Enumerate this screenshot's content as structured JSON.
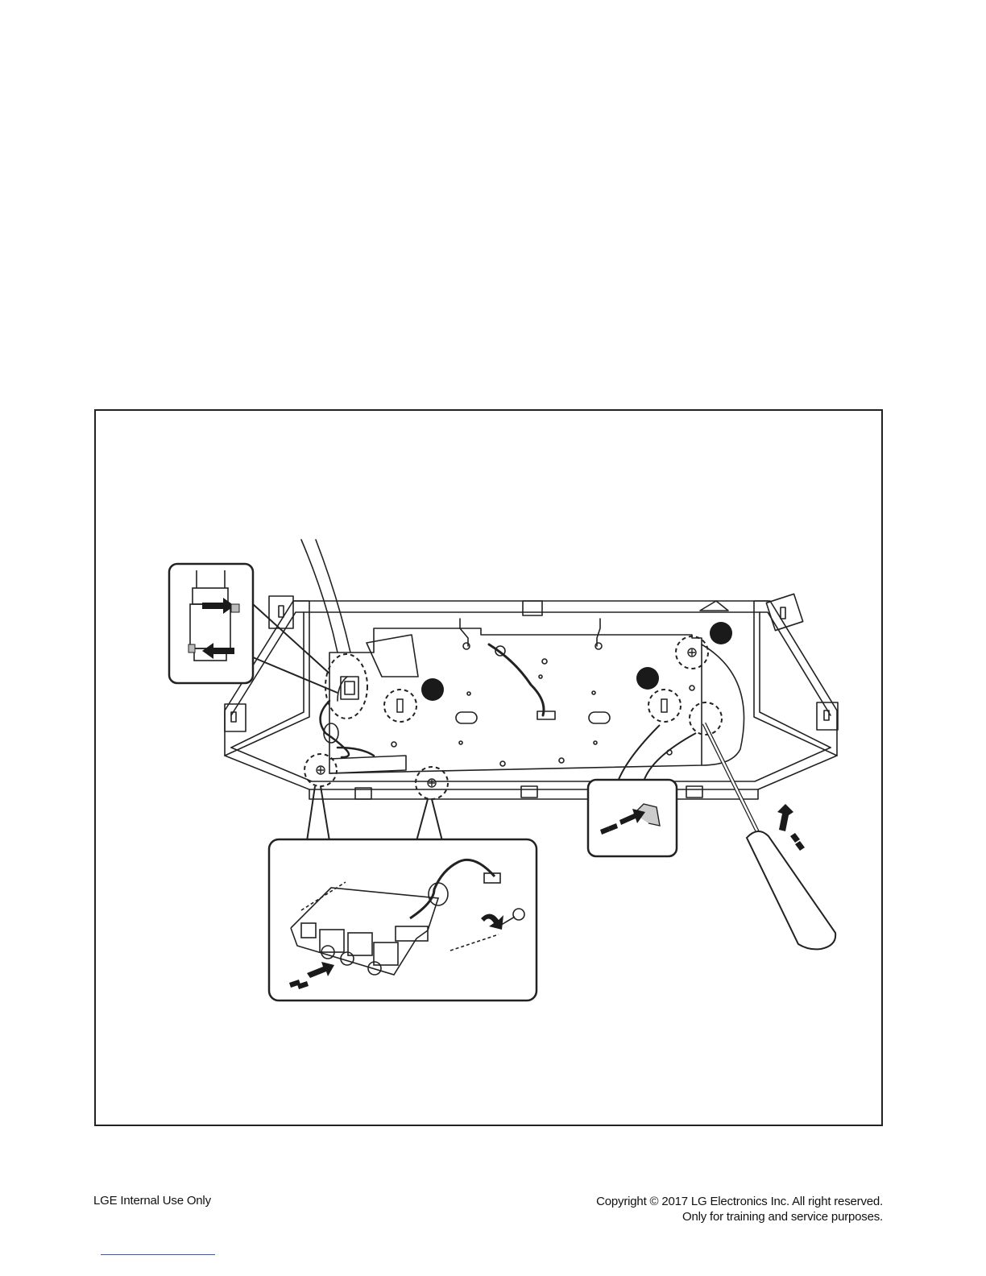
{
  "footer": {
    "left_text": "LGE Internal Use Only",
    "copyright_line1": "Copyright © 2017 LG Electronics Inc. All right reserved.",
    "copyright_line2": "Only for training and service purposes."
  },
  "figure": {
    "callout_marker_color": "#1a1a1a",
    "line_color": "#222222",
    "icons": [
      "screwdriver-icon",
      "screw-icon",
      "rotate-arrow-icon",
      "push-arrow-icon"
    ]
  }
}
